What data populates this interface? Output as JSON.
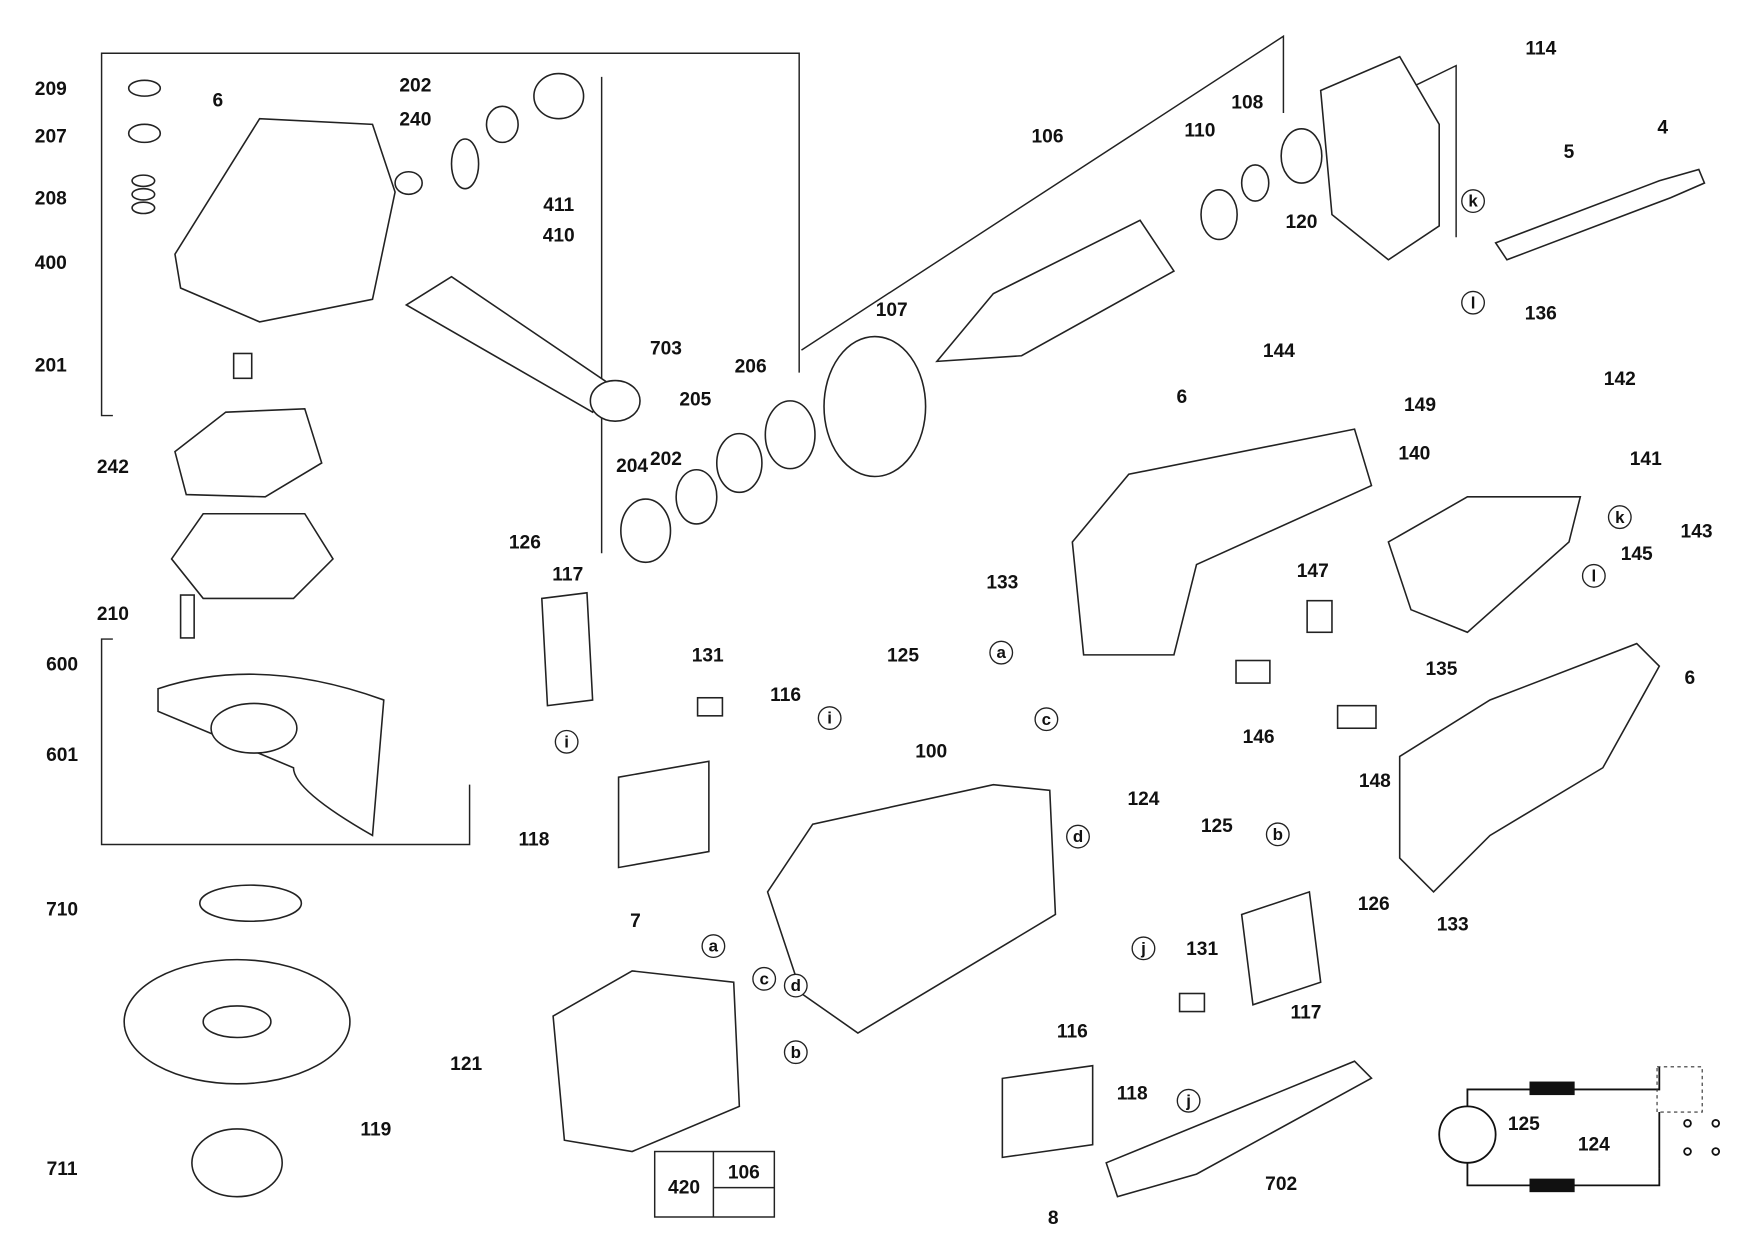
{
  "callouts": [
    "209",
    "207",
    "208",
    "400",
    "201",
    "242",
    "210",
    "600",
    "601",
    "710",
    "711",
    "6",
    "202",
    "240",
    "411",
    "410",
    "106",
    "110",
    "108",
    "120",
    "114",
    "4",
    "5",
    "703",
    "206",
    "107",
    "205",
    "202",
    "204",
    "144",
    "6",
    "136",
    "142",
    "149",
    "140",
    "141",
    "133",
    "147",
    "143",
    "145",
    "135",
    "126",
    "117",
    "131",
    "125",
    "116",
    "146",
    "6",
    "148",
    "100",
    "118",
    "124",
    "7",
    "125",
    "126",
    "133",
    "117",
    "116",
    "118",
    "121",
    "119",
    "8",
    "702",
    "125",
    "124",
    "131"
  ],
  "letter_markers": [
    "k",
    "l",
    "k",
    "l",
    "a",
    "i",
    "i",
    "c",
    "d",
    "b",
    "a",
    "c",
    "d",
    "j",
    "j",
    "b"
  ],
  "kit_table": {
    "cells": [
      "420",
      "106"
    ]
  }
}
